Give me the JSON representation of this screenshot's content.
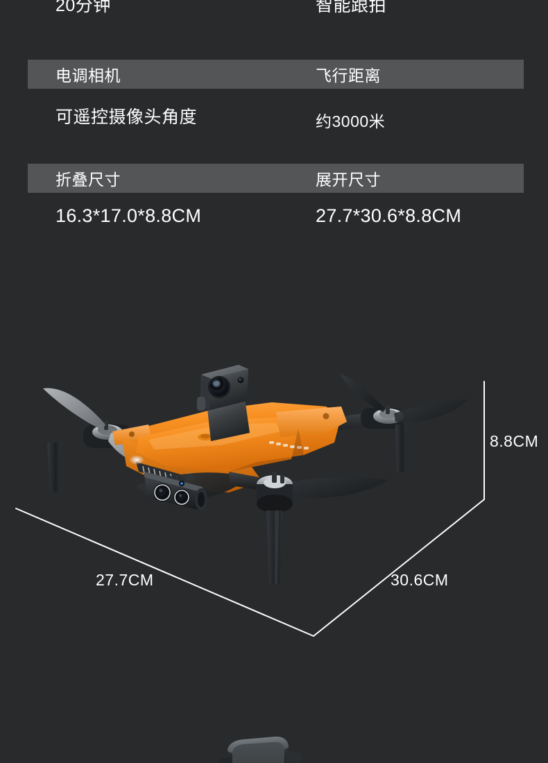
{
  "page": {
    "background_color": "#282a2c",
    "bar_color": "#535557",
    "text_color": "#ffffff",
    "accent_color": "#f2891e"
  },
  "spec_table": {
    "rows": [
      {
        "id": "row-cropped-top",
        "header_visible": false,
        "values": [
          {
            "label": "20分钟"
          },
          {
            "label": "智能跟拍"
          }
        ]
      },
      {
        "id": "row-gimbal-distance",
        "header_visible": true,
        "headers": [
          {
            "label": "电调相机"
          },
          {
            "label": "飞行距离"
          }
        ],
        "values": [
          {
            "label": "可遥控摄像头角度"
          },
          {
            "label": "约3000米"
          }
        ]
      },
      {
        "id": "row-folded-unfolded",
        "header_visible": true,
        "headers": [
          {
            "label": "折叠尺寸"
          },
          {
            "label": "展开尺寸"
          }
        ],
        "values": [
          {
            "label": "16.3*17.0*8.8CM"
          },
          {
            "label": "27.7*30.6*8.8CM"
          }
        ]
      }
    ]
  },
  "dimension_diagram": {
    "product": "quadcopter-drone",
    "width_label": "27.7CM",
    "depth_label": "30.6CM",
    "height_label": "8.8CM",
    "line_color": "#ffffff"
  },
  "bottom_preview": {
    "alt": "camera-module-partial"
  }
}
